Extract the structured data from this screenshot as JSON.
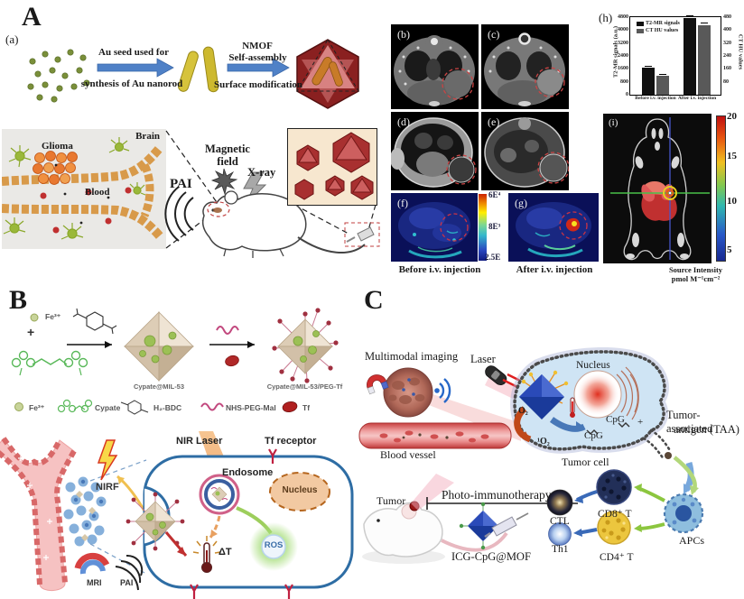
{
  "figure": {
    "A": {
      "panel_label": "A",
      "sub_a": "(a)",
      "arrow1_top": "Au seed used for",
      "arrow1_bottom": "synthesis of Au nanorod",
      "arrow2_line1": "NMOF",
      "arrow2_line2": "Self-assembly",
      "arrow2_line3": "Surface modification",
      "brain": "Brain",
      "glioma": "Glioma",
      "blood": "Blood",
      "pai": "PAI",
      "magnetic_field_1": "Magnetic",
      "magnetic_field_2": "field",
      "xray": "X-ray",
      "img_labels": {
        "b": "(b)",
        "c": "(c)",
        "d": "(d)",
        "e": "(e)",
        "f": "(f)",
        "g": "(g)"
      },
      "pai_colorbar": {
        "top": "6E⁴",
        "mid": "8E³",
        "bottom": "2.5E"
      },
      "before_caption": "Before i.v. injection",
      "after_caption": "After i.v. injection",
      "h_label": "(h)",
      "i_label": "(i)",
      "i_ticks": [
        "20",
        "15",
        "10",
        "5"
      ],
      "i_caption_1": "Source Intensity",
      "i_caption_2": "pmol M⁻¹cm⁻²"
    },
    "B": {
      "panel_label": "B",
      "fe_label": "Fe³⁺",
      "plus": "+",
      "mil53_label": "Cypate@MIL-53",
      "mil53_peg_label": "Cypate@MIL-53/PEG-Tf",
      "legend": [
        {
          "name": "Fe³⁺"
        },
        {
          "name": "Cypate"
        },
        {
          "name": "H₂-BDC"
        },
        {
          "name": "NHS-PEG-Mal"
        },
        {
          "name": "Tf"
        }
      ],
      "nir_laser": "NIR Laser",
      "tf_receptor": "Tf receptor",
      "endosome": "Endosome",
      "nucleus": "Nucleus",
      "nirf": "NIRF",
      "delta_t": "ΔT",
      "ros": "ROS",
      "mri": "MRI",
      "pai": "PAI"
    },
    "C": {
      "panel_label": "C",
      "multimodal": "Multimodal imaging",
      "laser": "Laser",
      "nucleus": "Nucleus",
      "blood_vessel": "Blood vessel",
      "o2": "O₂",
      "singlet_o2": "¹O₂",
      "cpg_inner": "CpG",
      "cpg_exit": "CpG",
      "plus": "+",
      "taa_1": "Tumor-associated",
      "taa_2": "antigen (TAA)",
      "tumor_cell": "Tumor cell",
      "tumor": "Tumor",
      "photo_immuno": "Photo-immunotherapy",
      "icg": "ICG-CpG@MOF",
      "ctl": "CTL",
      "th1": "Th1",
      "cd8": "CD8⁺ T",
      "cd4": "CD4⁺ T",
      "apcs": "APCs"
    }
  },
  "chart_data": {
    "type": "bar",
    "title": "",
    "categories": [
      "Before i.v. injection",
      "After i.v. injection"
    ],
    "series": [
      {
        "name": "T2-MR signals",
        "axis": "left",
        "values": [
          1650,
          4750
        ],
        "color": "#111111"
      },
      {
        "name": "CT HU values",
        "axis": "right",
        "values": [
          115,
          430
        ],
        "color": "#595959"
      }
    ],
    "ylabel_left": "T2-MR signals (a.u.)",
    "ylabel_right": "CT HU values",
    "yticks_left": [
      0,
      800,
      1600,
      2400,
      3200,
      4000,
      4800
    ],
    "yticks_right": [
      80,
      160,
      240,
      320,
      400,
      480
    ],
    "ylim_left": [
      0,
      4800
    ],
    "ylim_right": [
      0,
      480
    ],
    "legend_position": "top-left",
    "grid": false
  }
}
